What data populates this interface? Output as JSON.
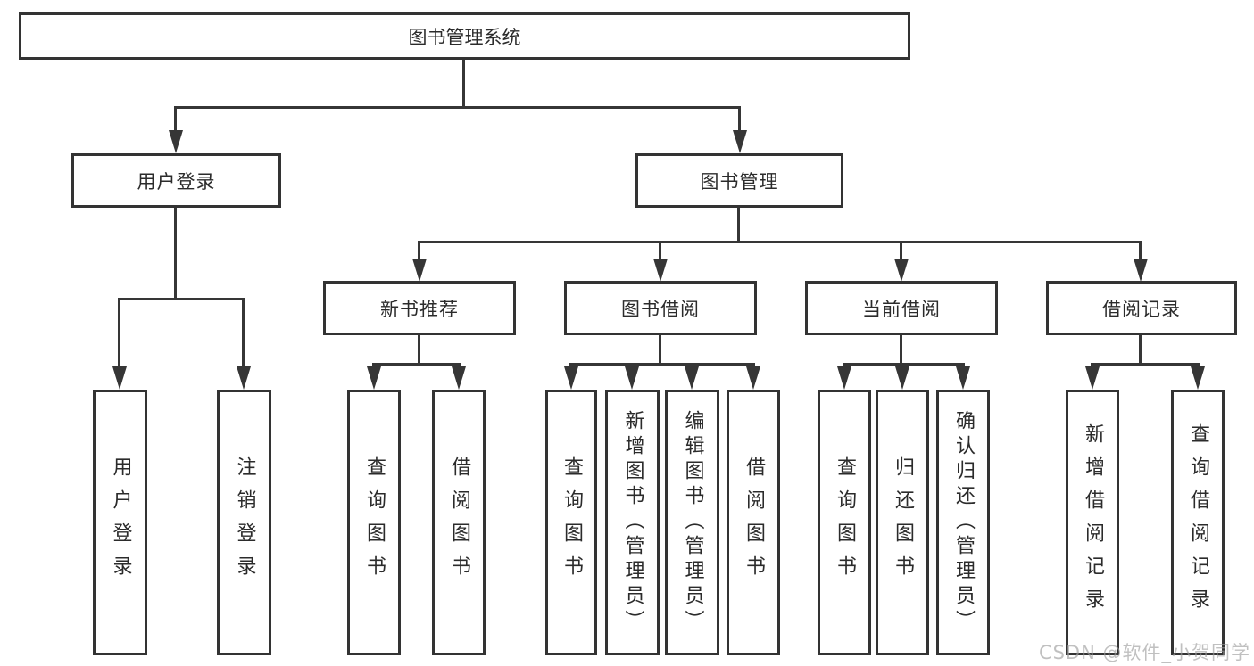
{
  "tree": {
    "root": {
      "label": "图书管理系统"
    },
    "branches": [
      {
        "label": "用户登录",
        "children": [
          {
            "label": "用户登录"
          },
          {
            "label": "注销登录"
          }
        ]
      },
      {
        "label": "图书管理",
        "children": [
          {
            "label": "新书推荐",
            "children": [
              {
                "label": "查询图书"
              },
              {
                "label": "借阅图书"
              }
            ]
          },
          {
            "label": "图书借阅",
            "children": [
              {
                "label": "查询图书"
              },
              {
                "label": "新增图书（管理员）"
              },
              {
                "label": "编辑图书（管理员）"
              },
              {
                "label": "借阅图书"
              }
            ]
          },
          {
            "label": "当前借阅",
            "children": [
              {
                "label": "查询图书"
              },
              {
                "label": "归还图书"
              },
              {
                "label": "确认归还（管理员）"
              }
            ]
          },
          {
            "label": "借阅记录",
            "children": [
              {
                "label": "新增借阅记录"
              },
              {
                "label": "查询借阅记录"
              }
            ]
          }
        ]
      }
    ]
  },
  "watermark": "CSDN @软件_小贺同学",
  "colors": {
    "line": "#363636",
    "border": "#333333",
    "text": "#2b2b2b",
    "background": "#ffffff",
    "watermark": "#9e9e9e"
  }
}
